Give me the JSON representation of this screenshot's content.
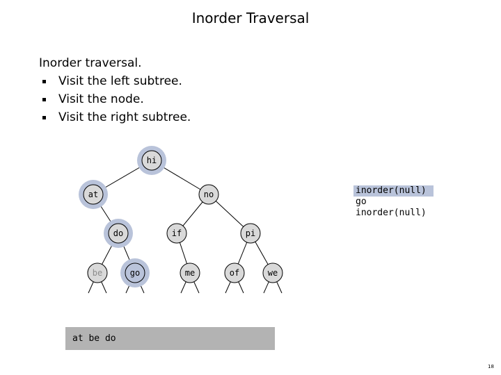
{
  "title": "Inorder Traversal",
  "heading": "Inorder traversal.",
  "bullets": [
    "Visit the left subtree.",
    "Visit the node.",
    "Visit the right subtree."
  ],
  "tree": {
    "nodes": {
      "hi": {
        "label": "hi",
        "state": "highlighted"
      },
      "at": {
        "label": "at",
        "state": "highlighted"
      },
      "no": {
        "label": "no",
        "state": "normal"
      },
      "do": {
        "label": "do",
        "state": "highlighted"
      },
      "if": {
        "label": "if",
        "state": "normal"
      },
      "pi": {
        "label": "pi",
        "state": "normal"
      },
      "be": {
        "label": "be",
        "state": "visited"
      },
      "go": {
        "label": "go",
        "state": "current"
      },
      "me": {
        "label": "me",
        "state": "normal"
      },
      "of": {
        "label": "of",
        "state": "normal"
      },
      "we": {
        "label": "we",
        "state": "normal"
      }
    },
    "edges": [
      [
        "hi",
        "at"
      ],
      [
        "hi",
        "no"
      ],
      [
        "at",
        "do"
      ],
      [
        "no",
        "if"
      ],
      [
        "no",
        "pi"
      ],
      [
        "do",
        "be"
      ],
      [
        "do",
        "go"
      ],
      [
        "if",
        "me"
      ],
      [
        "pi",
        "of"
      ],
      [
        "pi",
        "we"
      ]
    ],
    "colors": {
      "node_fill": "#d9d9d9",
      "halo": "#b9c3da",
      "visited_text": "#8c8c8c"
    }
  },
  "callstack": [
    "inorder(null)",
    "go",
    "inorder(null)"
  ],
  "output": "at be do",
  "page_number": "18"
}
